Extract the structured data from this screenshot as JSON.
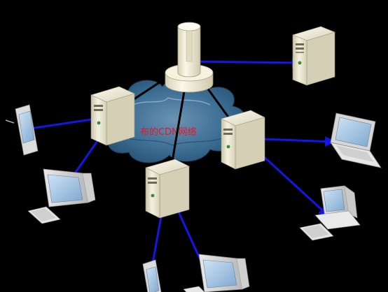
{
  "diagram": {
    "cloud": {
      "label": "布的CDN网络"
    },
    "colors": {
      "background": "#000000",
      "link_primary": "#1515e8",
      "link_backbone": "#000000",
      "cloud": "#2e5f86",
      "server_body": "#ece8d4",
      "label": "#e4162a"
    },
    "nodes": [
      {
        "id": "origin",
        "kind": "tower-server"
      },
      {
        "id": "top-right-server",
        "kind": "server"
      },
      {
        "id": "left-edge-server",
        "kind": "server"
      },
      {
        "id": "right-edge-server",
        "kind": "server"
      },
      {
        "id": "bottom-edge-server",
        "kind": "server"
      },
      {
        "id": "pda",
        "kind": "handheld"
      },
      {
        "id": "desktop-left",
        "kind": "desktop"
      },
      {
        "id": "laptop",
        "kind": "laptop"
      },
      {
        "id": "workstation",
        "kind": "workstation"
      },
      {
        "id": "pda-bottom",
        "kind": "handheld"
      },
      {
        "id": "desktop-bottom",
        "kind": "desktop"
      }
    ],
    "links": [
      {
        "from": "origin",
        "to": "top-right-server",
        "style": "primary"
      },
      {
        "from": "origin",
        "to": "left-edge-server",
        "style": "backbone"
      },
      {
        "from": "origin",
        "to": "right-edge-server",
        "style": "backbone"
      },
      {
        "from": "origin",
        "to": "bottom-edge-server",
        "style": "backbone"
      },
      {
        "from": "left-edge-server",
        "to": "pda",
        "style": "primary"
      },
      {
        "from": "left-edge-server",
        "to": "desktop-left",
        "style": "primary"
      },
      {
        "from": "right-edge-server",
        "to": "laptop",
        "style": "primary"
      },
      {
        "from": "right-edge-server",
        "to": "workstation",
        "style": "primary"
      },
      {
        "from": "bottom-edge-server",
        "to": "pda-bottom",
        "style": "primary"
      },
      {
        "from": "bottom-edge-server",
        "to": "desktop-bottom",
        "style": "primary"
      }
    ]
  }
}
